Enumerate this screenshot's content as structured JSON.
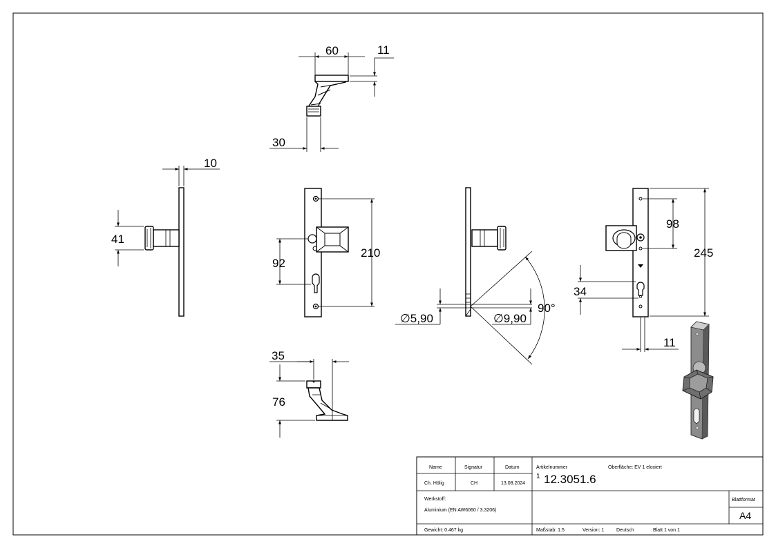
{
  "dimensions": {
    "top_view_width": "60",
    "top_view_thickness": "11",
    "top_view_neck": "30",
    "side_left_plate": "10",
    "side_left_rosette": "41",
    "front_spacing": "92",
    "front_height": "210",
    "bottom_offset": "35",
    "bottom_depth": "76",
    "section_small_hole": "∅5,90",
    "section_large_hole": "∅9,90",
    "section_angle": "90°",
    "rear_spacing": "98",
    "rear_height": "245",
    "rear_offset": "34",
    "rear_width": "11"
  },
  "title_block": {
    "name_header": "Name",
    "signature_header": "Signatur",
    "date_header": "Datum",
    "name_value": "Ch. Hölig",
    "signature_value": "CH",
    "date_value": "13.08.2024",
    "article_label": "Artikelnummer",
    "surface_label": "Oberfläche:  EV 1 eloxiert",
    "article_superscript": "1",
    "article_number": "12.3051.6",
    "material_label": "Werkstoff:",
    "material_value": "Aluminium (EN AW6060 / 3.3206)",
    "sheet_format_label": "Blattformat",
    "sheet_format_value": "A4",
    "weight": "Gewicht: 0.467 kg",
    "scale": "Maßstab: 1:5",
    "version": "Version: 1",
    "language": "Deutsch",
    "sheet": "Blatt 1 von 1"
  }
}
